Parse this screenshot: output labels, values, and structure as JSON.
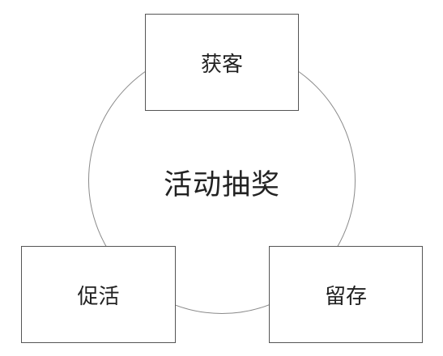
{
  "diagram": {
    "center": {
      "label": "活动抽奖"
    },
    "nodes": {
      "top": {
        "label": "获客"
      },
      "left": {
        "label": "促活"
      },
      "right": {
        "label": "留存"
      }
    },
    "colors": {
      "ring_stroke": "#8a8a8a",
      "box_border": "#555555",
      "text": "#222222",
      "background": "#ffffff"
    }
  }
}
